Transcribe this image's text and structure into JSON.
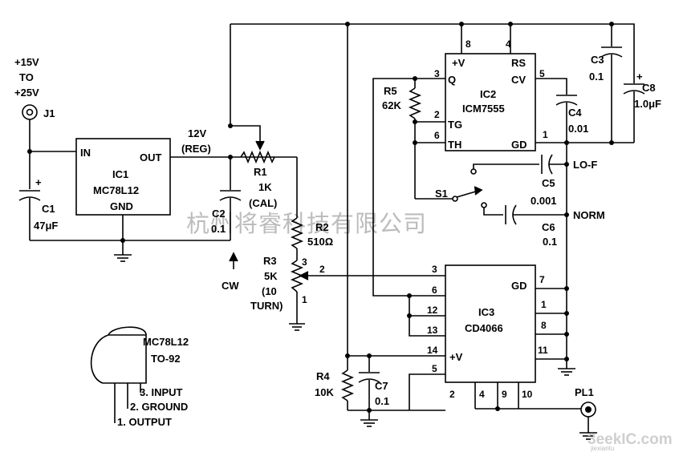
{
  "power": {
    "v1": "+15V",
    "v2": "TO",
    "v3": "+25V",
    "jack": "J1"
  },
  "ic1": {
    "ref": "IC1",
    "part": "MC78L12",
    "pin_in": "IN",
    "pin_out": "OUT",
    "pin_gnd": "GND"
  },
  "reg": {
    "v": "12V",
    "note": "(REG)"
  },
  "c1": {
    "ref": "C1",
    "val": "47μF",
    "pol": "+"
  },
  "c2": {
    "ref": "C2",
    "val": "0.1"
  },
  "r1": {
    "ref": "R1",
    "val": "1K",
    "note": "(CAL)"
  },
  "r2": {
    "ref": "R2",
    "val": "510Ω"
  },
  "r3": {
    "ref": "R3",
    "val": "5K",
    "n1": "(10",
    "n2": "TURN)",
    "p1": "1",
    "p2": "2",
    "p3": "3"
  },
  "cw": "CW",
  "r4": {
    "ref": "R4",
    "val": "10K"
  },
  "r5": {
    "ref": "R5",
    "val": "62K"
  },
  "ic2": {
    "ref": "IC2",
    "part": "ICM7555",
    "v": "+V",
    "rs": "RS",
    "q": "Q",
    "cv": "CV",
    "tg": "TG",
    "th": "TH",
    "gd": "GD",
    "p8": "8",
    "p4": "4",
    "p3": "3",
    "p5": "5",
    "p2": "2",
    "p6": "6",
    "p1": "1"
  },
  "c3": {
    "ref": "C3",
    "val": "0.1"
  },
  "c8": {
    "ref": "C8",
    "val": "1.0μF",
    "pol": "+"
  },
  "c4": {
    "ref": "C4",
    "val": "0.01"
  },
  "c5": {
    "ref": "C5",
    "val": "0.001"
  },
  "c6": {
    "ref": "C6",
    "val": "0.1"
  },
  "c7": {
    "ref": "C7",
    "val": "0.1"
  },
  "s1": {
    "ref": "S1",
    "lof": "LO-F",
    "norm": "NORM"
  },
  "ic3": {
    "ref": "IC3",
    "part": "CD4066",
    "gd": "GD",
    "v": "+V",
    "p3": "3",
    "p6": "6",
    "p12": "12",
    "p13": "13",
    "p14": "14",
    "p5": "5",
    "p7": "7",
    "p1": "1",
    "p8": "8",
    "p11": "11",
    "p2": "2",
    "p4": "4",
    "p9": "9",
    "p10": "10"
  },
  "pl1": "PL1",
  "pkg": {
    "part": "MC78L12",
    "pkg": "TO-92",
    "l3": "3. INPUT",
    "l2": "2. GROUND",
    "l1": "1. OUTPUT"
  },
  "watermark": "杭州将睿科技有限公司",
  "logo": {
    "main": "3eekIC.com",
    "sub": "jiexiantu"
  }
}
